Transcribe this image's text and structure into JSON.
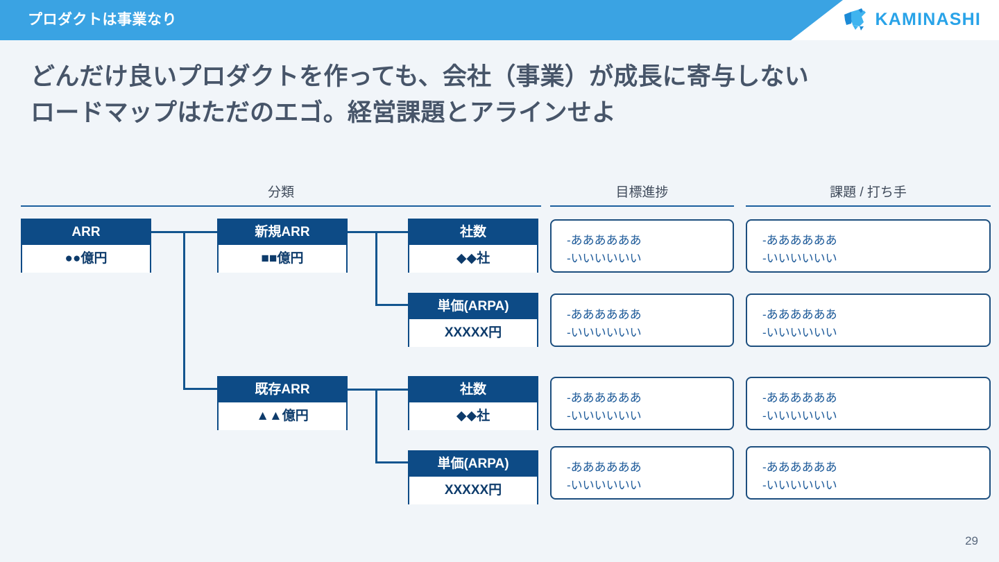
{
  "header": {
    "title": "プロダクトは事業なり",
    "brand": "KAMINASHI",
    "brand_color": "#29a3e8",
    "band_color": "#3aa3e3"
  },
  "headline": {
    "line1": "どんだけ良いプロダクトを作っても、会社（事業）が成長に寄与しない",
    "line2": "ロードマップはただのエゴ。経営課題とアラインせよ"
  },
  "columns": [
    {
      "label": "分類"
    },
    {
      "label": "目標進捗"
    },
    {
      "label": "課題 / 打ち手"
    }
  ],
  "tree": {
    "root": {
      "title": "ARR",
      "value": "●●億円"
    },
    "branches": [
      {
        "title": "新規ARR",
        "value": "■■億円",
        "children": [
          {
            "title": "社数",
            "value": "◆◆社"
          },
          {
            "title": "単価(ARPA)",
            "value": "XXXXX円"
          }
        ]
      },
      {
        "title": "既存ARR",
        "value": "▲▲億円",
        "children": [
          {
            "title": "社数",
            "value": "◆◆社"
          },
          {
            "title": "単価(ARPA)",
            "value": "XXXXX円"
          }
        ]
      }
    ]
  },
  "notes": {
    "rows": [
      {
        "progress": {
          "line1": "-ああああああ",
          "line2": "-いいいいいい"
        },
        "action": {
          "line1": "-ああああああ",
          "line2": "-いいいいいい"
        }
      },
      {
        "progress": {
          "line1": "-ああああああ",
          "line2": "-いいいいいい"
        },
        "action": {
          "line1": "-ああああああ",
          "line2": "-いいいいいい"
        }
      },
      {
        "progress": {
          "line1": "-ああああああ",
          "line2": "-いいいいいい"
        },
        "action": {
          "line1": "-ああああああ",
          "line2": "-いいいいいい"
        }
      },
      {
        "progress": {
          "line1": "-ああああああ",
          "line2": "-いいいいいい"
        },
        "action": {
          "line1": "-ああああああ",
          "line2": "-いいいいいい"
        }
      }
    ]
  },
  "footer": {
    "page_number": "29"
  },
  "theme": {
    "background": "#f1f5f9",
    "node_navy": "#0d4b86",
    "line_blue": "#13558f",
    "note_text": "#1d5a99",
    "headline_color": "#475569"
  }
}
